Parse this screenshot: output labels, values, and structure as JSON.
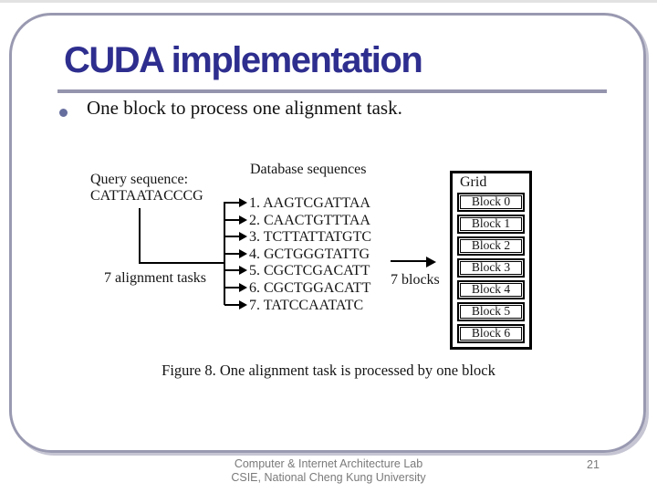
{
  "slide": {
    "title": "CUDA implementation",
    "bullet": "One block to process one alignment task.",
    "page_number": "21"
  },
  "figure": {
    "db_heading": "Database sequences",
    "query_label": "Query sequence:",
    "query_sequence": "CATTAATACCCG",
    "tasks_label": "7 alignment tasks",
    "blocks_label": "7 blocks",
    "grid_label": "Grid",
    "sequences": [
      "1. AAGTCGATTAA",
      "2. CAACTGTTTAA",
      "3. TCTTATTATGTC",
      "4. GCTGGGTATTG",
      "5. CGCTCGACATT",
      "6. CGCTGGACATT",
      "7. TATCCAATATC"
    ],
    "blocks": [
      "Block 0",
      "Block 1",
      "Block 2",
      "Block 3",
      "Block 4",
      "Block 5",
      "Block 6"
    ],
    "caption": "Figure 8. One alignment task is processed by one block"
  },
  "footer": {
    "line1": "Computer & Internet Architecture Lab",
    "line2": "CSIE, National Cheng Kung University"
  },
  "colors": {
    "title": "#2e2e8f",
    "accent_line": "#9494ae",
    "frame_border": "#9999b1",
    "bullet_dot": "#666e9e",
    "footer_text": "#7a7a7a",
    "figure_ink": "#151515"
  }
}
